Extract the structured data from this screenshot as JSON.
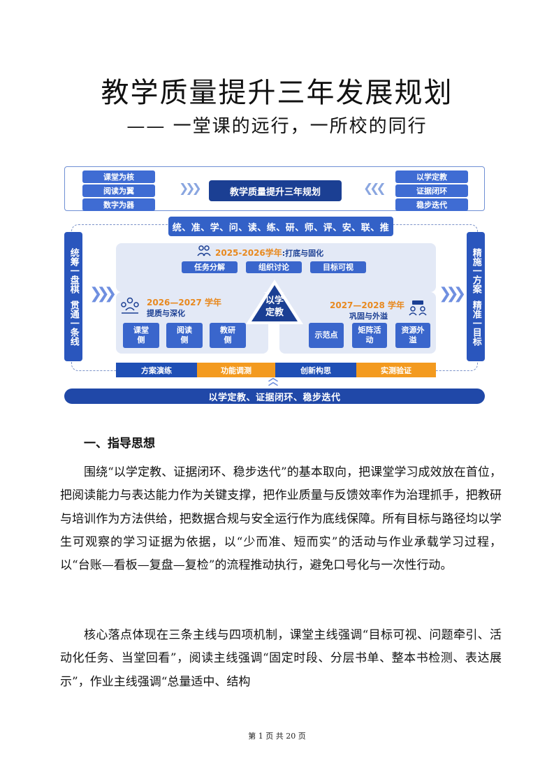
{
  "doc": {
    "title": "教学质量提升三年发展规划",
    "subtitle": "—— 一堂课的远行，一所校的同行"
  },
  "diagram": {
    "left_pills": [
      "课堂为核",
      "阅读为翼",
      "数字为器"
    ],
    "right_pills": [
      "以学定教",
      "证据闭环",
      "稳步迭代"
    ],
    "center_title": "教学质量提升三年规划",
    "verbs": "统、准、学、问、读、练、研、师、评、安、联、推",
    "left_side": [
      "统筹一盘棋",
      "贯通一条线"
    ],
    "right_side": [
      "精施一方案",
      "精准一目标"
    ],
    "phase1": {
      "title": "2025-2026学年",
      "sub": ":打底与固化",
      "tags": [
        "任务分解",
        "组织讨论",
        "目标可视"
      ]
    },
    "phase2": {
      "title": "2026—2027 学年",
      "sub": "提质与深化",
      "tags": [
        "课堂侧",
        "阅读侧",
        "教研侧"
      ]
    },
    "phase3": {
      "title": "2027—2028 学年",
      "sub": "巩固与外溢",
      "tags": [
        "示范点",
        "矩阵活动",
        "资源外溢"
      ]
    },
    "center_triangle": "以学定教",
    "steps": [
      "方案演练",
      "功能调测",
      "创新构思",
      "实测验证"
    ],
    "bottom_bar": "以学定教、证据闭环、稳步迭代",
    "colors": {
      "navy": "#1b3f93",
      "blue": "#3361c7",
      "orange": "#f39a1f"
    }
  },
  "section1": {
    "heading": "一、指导思想",
    "p1": "围绕“以学定教、证据闭环、稳步迭代”的基本取向，把课堂学习成效放在首位，把阅读能力与表达能力作为关键支撑，把作业质量与反馈效率作为治理抓手，把教研与培训作为方法供给，把数据合规与安全运行作为底线保障。所有目标与路径均以学生可观察的学习证据为依据，以“少而准、短而实”的活动与作业承载学习过程，以“台账—看板—复盘—复检”的流程推动执行，避免口号化与一次性行动。",
    "p2": "核心落点体现在三条主线与四项机制，课堂主线强调“目标可视、问题牵引、活动化任务、当堂回看”，阅读主线强调“固定时段、分层书单、整本书检测、表达展示”，作业主线强调“总量适中、结构"
  },
  "footer": "第 1 页 共 20 页"
}
